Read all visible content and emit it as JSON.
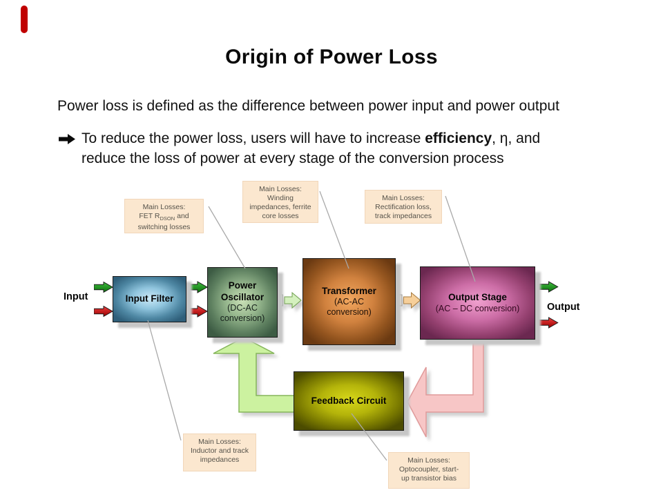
{
  "slide": {
    "title": "Origin of Power Loss",
    "intro": "Power loss is defined as the difference between power input and power output",
    "bullet": {
      "icon": "arrow-right",
      "line1_pre": "To reduce the power loss, users will have to increase ",
      "line1_bold": "efficiency",
      "line1_post": ", η, and",
      "line2": "reduce the loss of power at every stage of the conversion process"
    }
  },
  "diagram": {
    "input_label": "Input",
    "output_label": "Output",
    "blocks": {
      "input_filter": {
        "title": "Input Filter"
      },
      "power_oscillator": {
        "title": "Power Oscillator",
        "subtitle": "(DC-AC conversion)"
      },
      "transformer": {
        "title": "Transformer",
        "subtitle": "(AC-AC conversion)"
      },
      "output_stage": {
        "title": "Output Stage",
        "subtitle": "(AC – DC conversion)"
      },
      "feedback": {
        "title": "Feedback Circuit"
      }
    },
    "notes": {
      "fet": {
        "l1": "Main Losses:",
        "l2_pre": "FET R",
        "l2_sub": "DSON",
        "l2_post": " and",
        "l3": "switching losses"
      },
      "winding": {
        "l1": "Main Losses:",
        "l2": "Winding",
        "l3": "impedances, ferrite",
        "l4": "core losses"
      },
      "rect": {
        "l1": "Main Losses:",
        "l2": "Rectification loss,",
        "l3": "track impedances"
      },
      "inductor": {
        "l1": "Main Losses:",
        "l2": "Inductor and track",
        "l3": "impedances"
      },
      "opto": {
        "l1": "Main Losses:",
        "l2": "Optocoupler, start-",
        "l3": "up transistor bias"
      }
    },
    "colors": {
      "accent_bar": "#c00000",
      "green_signal_arrow": "#1f9e1f",
      "red_signal_arrow": "#cc1111",
      "feedback_green_arrow": "#ccf2a0",
      "feedback_pink_arrow": "#f7c6c6",
      "stage_arrow_green": "#d4f0be",
      "stage_arrow_peach": "#f6cf9a",
      "note_background": "#fbe7cf",
      "block_input_filter": "#4e87a3",
      "block_power_oscillator": "#5d7f5f",
      "block_transformer": "#b06a2c",
      "block_output_stage": "#a34a7a",
      "block_feedback": "#9a9a00"
    }
  }
}
